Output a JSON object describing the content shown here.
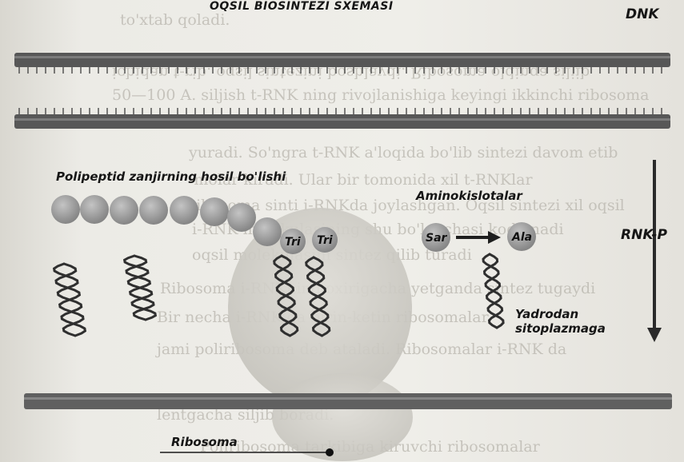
{
  "title": "OQSIL BIOSINTEZI SXEMASI",
  "labels": {
    "dnk": "DNK",
    "polypeptide": "Polipeptid zanjirning hosil bo'lishi",
    "amino_acids": "Aminokislotalar",
    "rnk_p": "RNK-P",
    "nucleus_to_cytoplasm_line1": "Yadrodan",
    "nucleus_to_cytoplasm_line2": "sitoplazmaga",
    "ribosome": "Ribosoma"
  },
  "beads": {
    "tri1": "Tri",
    "tri2": "Tri",
    "sar": "Sar",
    "ala": "Ala"
  },
  "background_text": [
    "to'xtab qoladi.",
    "ichidan t-rib. oqsil sintezini boshlaydi. Ribosoma oldinga siljib",
    "50—100 A. siljish t-RNK ning rivojlanishiga keyingi ikkinchi ribosoma",
    "yuradi. So'ngra t-RNK a'loqida bo'lib sintezi davom etib",
    "-molar kiradi. Ular bir tomonida xil t-RNKlar",
    "ribosoma sinti i-RNKda joylashgan. Oqsil sintezi xil oqsil",
    "i-RNK molekulasining shu bo'lakchasi kodlanadi",
    "oqsil molekulasini sintez qilib turadi",
    "Ribosoma i-RNKning oxirigacha yetganda sintez tugaydi",
    "Bir necha i-RNK ga birin-ketin ribosomalar",
    "jami poliribosoma deb ataladi. Ribosomalar i-RNK da",
    "lentgacha siljib boradi.",
    "Poliribosoma tarkibiga kiruvchi ribosomalar"
  ],
  "colors": {
    "membrane": "#4a4a4a",
    "bead": "#9a9a9a",
    "ribosome": "#cfcdc7",
    "arrow": "#c0392b"
  }
}
